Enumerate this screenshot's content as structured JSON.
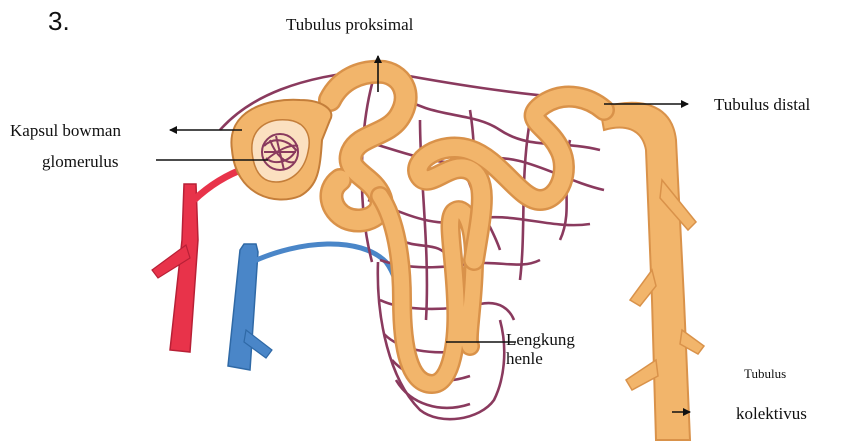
{
  "number": "3.",
  "labels": {
    "tubulus_proksimal": "Tubulus proksimal",
    "tubulus_distal": "Tubulus distal",
    "kapsul_bowman": "Kapsul bowman",
    "glomerulus": "glomerulus",
    "lengkung": "Lengkung",
    "henle": "henle",
    "tubulus": "Tubulus",
    "kolektivus": "kolektivus"
  },
  "colors": {
    "tubule": "#f2b56b",
    "tubule_shade": "#d9924a",
    "artery": "#e8334a",
    "vein": "#4a86c8",
    "capillary": "#8a3a5e",
    "arrow": "#111111"
  }
}
